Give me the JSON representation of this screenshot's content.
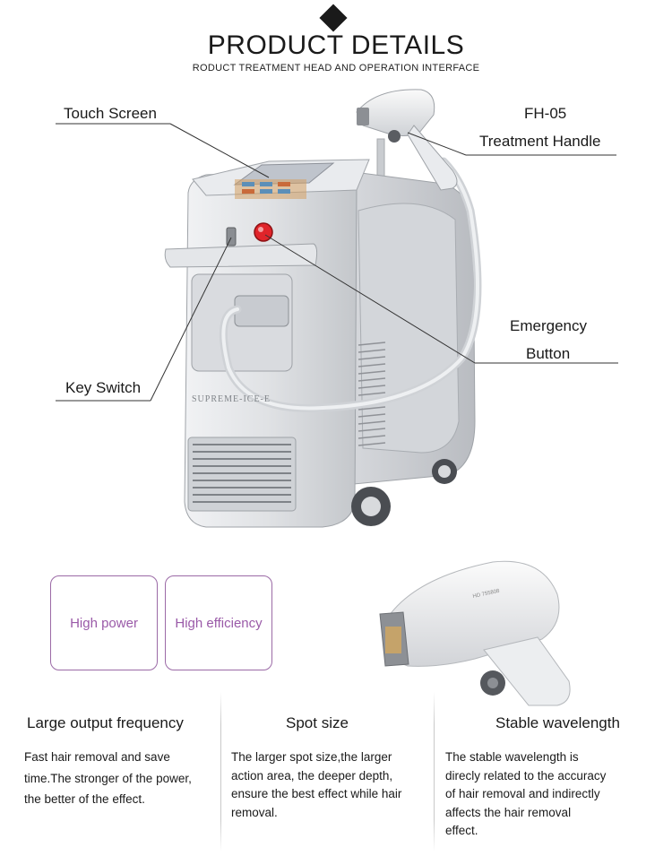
{
  "header": {
    "title": "PRODUCT DETAILS",
    "subtitle": "RODUCT TREATMENT HEAD AND OPERATION INTERFACE"
  },
  "callouts": {
    "touch_screen": "Touch Screen",
    "model": "FH-05",
    "treatment_handle": "Treatment Handle",
    "emergency_line1": "Emergency",
    "emergency_line2": "Button",
    "key_switch": "Key Switch"
  },
  "machine": {
    "brand_text": "SUPREME-ICE-E"
  },
  "features": {
    "box1": "High power",
    "box2": "High efficiency"
  },
  "columns": [
    {
      "title": "Large output frequency",
      "lines": [
        "Fast hair removal and save",
        "time.The stronger of the power,",
        "the better of the effect."
      ]
    },
    {
      "title": "Spot size",
      "lines": [
        "The larger spot size,the larger",
        "action area, the deeper depth,",
        "ensure the best effect while hair",
        "removal."
      ]
    },
    {
      "title": "Stable wavelength",
      "lines": [
        "The stable wavelength is",
        "direcly related to the accuracy",
        "of hair removal and indirectly",
        "affects the hair removal",
        "effect."
      ]
    }
  ],
  "colors": {
    "accent_purple": "#9b6aa6",
    "machine_silver": "#d9dbde",
    "emergency_red": "#e0242a"
  }
}
